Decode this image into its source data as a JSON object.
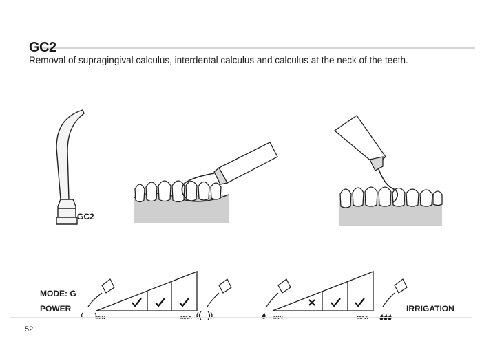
{
  "header": {
    "code": "GC2",
    "description": "Removal of supragingival calculus, interdental calculus and calculus at the neck of the teeth."
  },
  "illustrations": {
    "tip_label": "GC2",
    "items": [
      "tip-illustration",
      "front-teeth-scaling-illustration",
      "side-teeth-scaling-illustration"
    ]
  },
  "settings": {
    "mode_label": "MODE: G",
    "power": {
      "label": "POWER",
      "min_label": "MIN",
      "max_label": "MAX",
      "levels": [
        "check",
        "check",
        "check"
      ]
    },
    "irrigation": {
      "label": "IRRIGATION",
      "min_label": "MIN",
      "max_label": "MAX",
      "levels": [
        "cross",
        "check",
        "check"
      ]
    }
  },
  "footer": {
    "page_number": "52"
  }
}
